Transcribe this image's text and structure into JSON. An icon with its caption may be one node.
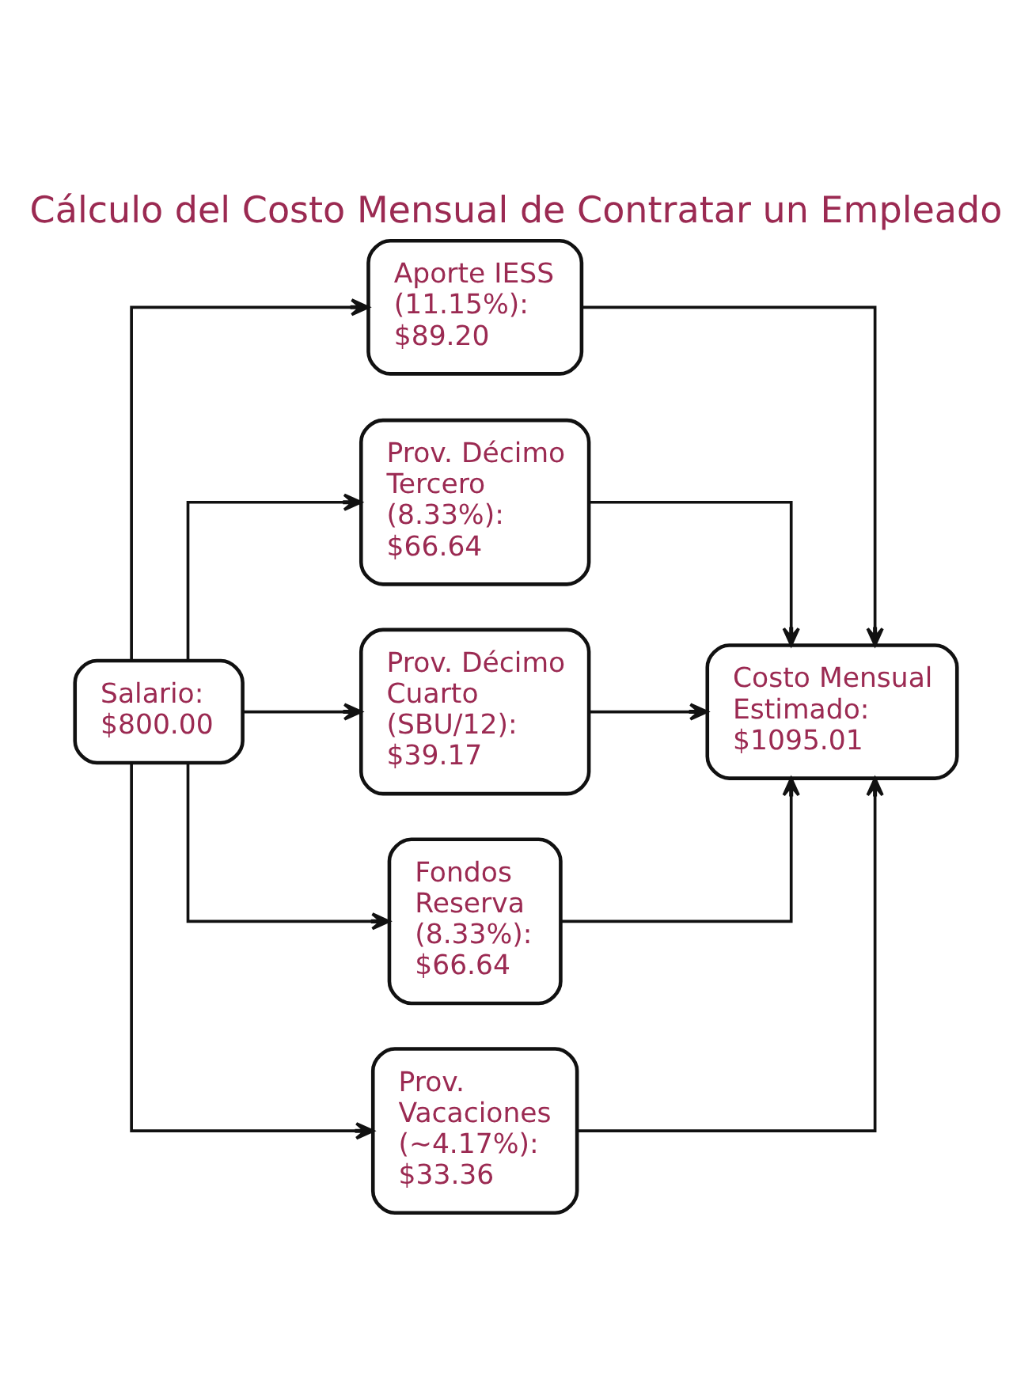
{
  "diagram": {
    "title": "Cálculo del Costo Mensual de Contratar un Empleado",
    "nodes": [
      {
        "text": [
          "Salario: $800.00"
        ]
      },
      {
        "text": [
          "Aporte IESS (11.15%): $89.20"
        ]
      },
      {
        "text": [
          "Prov. Décimo Tercero (8.33%): $66.64"
        ]
      },
      {
        "text": [
          "Prov. Décimo Cuarto (SBU/12): $39.17"
        ]
      },
      {
        "text": [
          "Fondos Reserva (8.33%): $66.64"
        ]
      },
      {
        "text": [
          "Prov. Vacaciones (~4.17%): $33.36"
        ]
      },
      {
        "text": [
          "Costo Mensual Estimado: $1095.01"
        ]
      }
    ],
    "edges": [
      {
        "from": 0,
        "to": 1,
        "arrow": "to"
      },
      {
        "from": 0,
        "to": 2,
        "arrow": "to"
      },
      {
        "from": 0,
        "to": 3,
        "arrow": "to"
      },
      {
        "from": 0,
        "to": 4,
        "arrow": "to"
      },
      {
        "from": 0,
        "to": 5,
        "arrow": "to"
      },
      {
        "from": 1,
        "to": 6,
        "arrow": "to"
      },
      {
        "from": 2,
        "to": 6,
        "arrow": "to"
      },
      {
        "from": 3,
        "to": 6,
        "arrow": "to"
      },
      {
        "from": 4,
        "to": 6,
        "arrow": "to"
      },
      {
        "from": 5,
        "to": 6,
        "arrow": "to"
      }
    ]
  }
}
